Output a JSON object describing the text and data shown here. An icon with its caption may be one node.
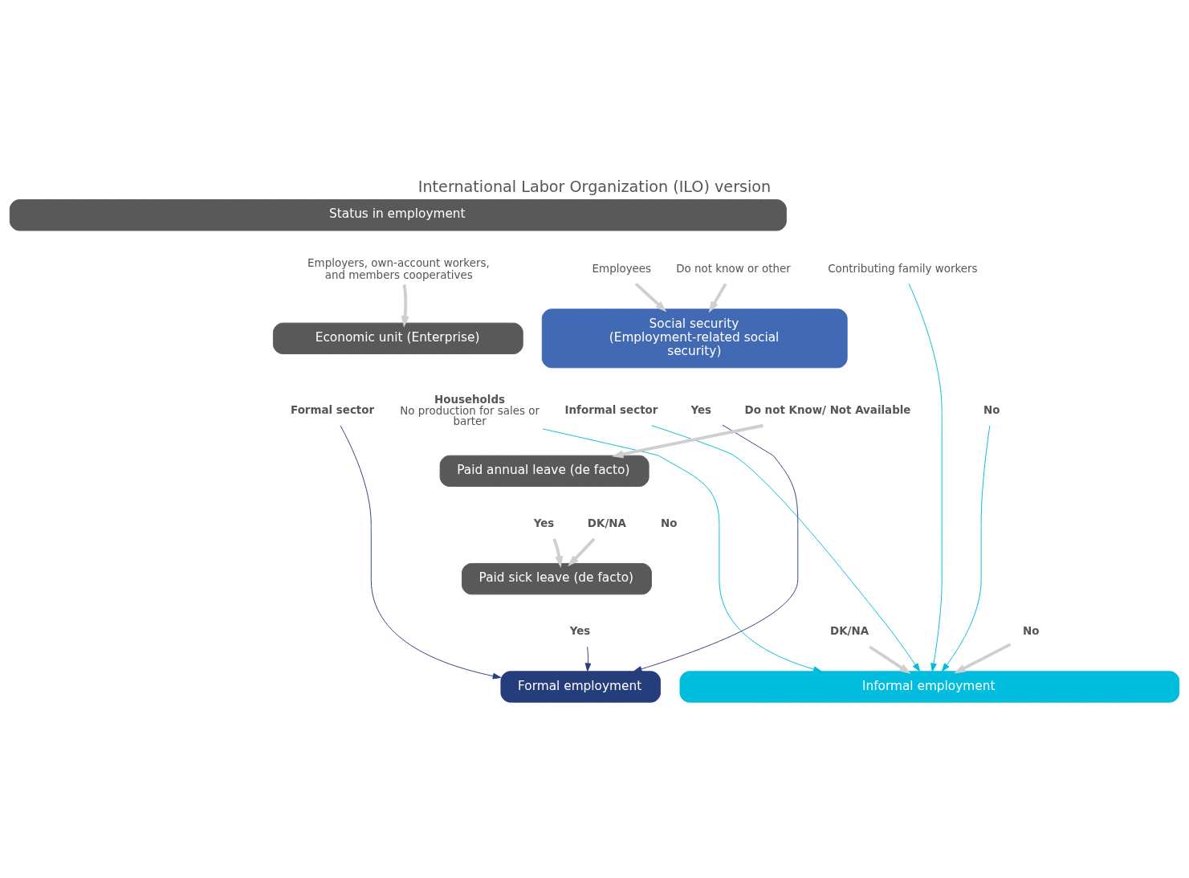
{
  "diagram": {
    "title": "International Labor Organization (ILO) version",
    "nodes": [
      {
        "text": [
          "Status in employment"
        ]
      },
      {
        "text": [
          "Employers, own-account workers, and members cooperatives"
        ]
      },
      {
        "text": [
          "Employees"
        ]
      },
      {
        "text": [
          "Do not know or other"
        ]
      },
      {
        "text": [
          "Contributing family workers"
        ]
      },
      {
        "text": [
          "Economic unit (Enterprise)"
        ]
      },
      {
        "text": [
          "Social security (Employment-related social security)"
        ]
      },
      {
        "text": [
          "Formal sector"
        ]
      },
      {
        "text": [
          "Households",
          "No production for sales or barter"
        ]
      },
      {
        "text": [
          "Informal sector"
        ]
      },
      {
        "text": [
          "Yes"
        ]
      },
      {
        "text": [
          "Do not Know/ Not Available"
        ]
      },
      {
        "text": [
          "No"
        ]
      },
      {
        "text": [
          "Paid annual leave (de facto)"
        ]
      },
      {
        "text": [
          "Yes"
        ]
      },
      {
        "text": [
          "DK/NA"
        ]
      },
      {
        "text": [
          "No"
        ]
      },
      {
        "text": [
          "Paid sick leave (de facto)"
        ]
      },
      {
        "text": [
          "Yes"
        ]
      },
      {
        "text": [
          "DK/NA"
        ]
      },
      {
        "text": [
          "No"
        ]
      },
      {
        "text": [
          "Formal employment"
        ]
      },
      {
        "text": [
          "Informal employment"
        ]
      }
    ],
    "edges": [
      {
        "from": 1,
        "to": 5,
        "arrow": "to"
      },
      {
        "from": 2,
        "to": 6,
        "arrow": "to"
      },
      {
        "from": 3,
        "to": 6,
        "arrow": "to"
      },
      {
        "from": 4,
        "to": 22,
        "arrow": "to",
        "color": "#00bcd8"
      },
      {
        "from": 11,
        "to": 13,
        "arrow": "to"
      },
      {
        "from": 14,
        "to": 17,
        "arrow": "to"
      },
      {
        "from": 15,
        "to": 17,
        "arrow": "to"
      },
      {
        "from": 7,
        "to": 21,
        "arrow": "to",
        "color": "#2b3f7e"
      },
      {
        "from": 10,
        "to": 21,
        "arrow": "to",
        "color": "#2b3f7e"
      },
      {
        "from": 18,
        "to": 21,
        "arrow": "to",
        "color": "#2b3f7e"
      },
      {
        "from": 8,
        "to": 22,
        "arrow": "to",
        "color": "#00bcd8"
      },
      {
        "from": 9,
        "to": 22,
        "arrow": "to",
        "color": "#00bcd8"
      },
      {
        "from": 12,
        "to": 22,
        "arrow": "to",
        "color": "#00bcd8"
      },
      {
        "from": 19,
        "to": 22,
        "arrow": "to"
      },
      {
        "from": 20,
        "to": 22,
        "arrow": "to"
      }
    ]
  }
}
